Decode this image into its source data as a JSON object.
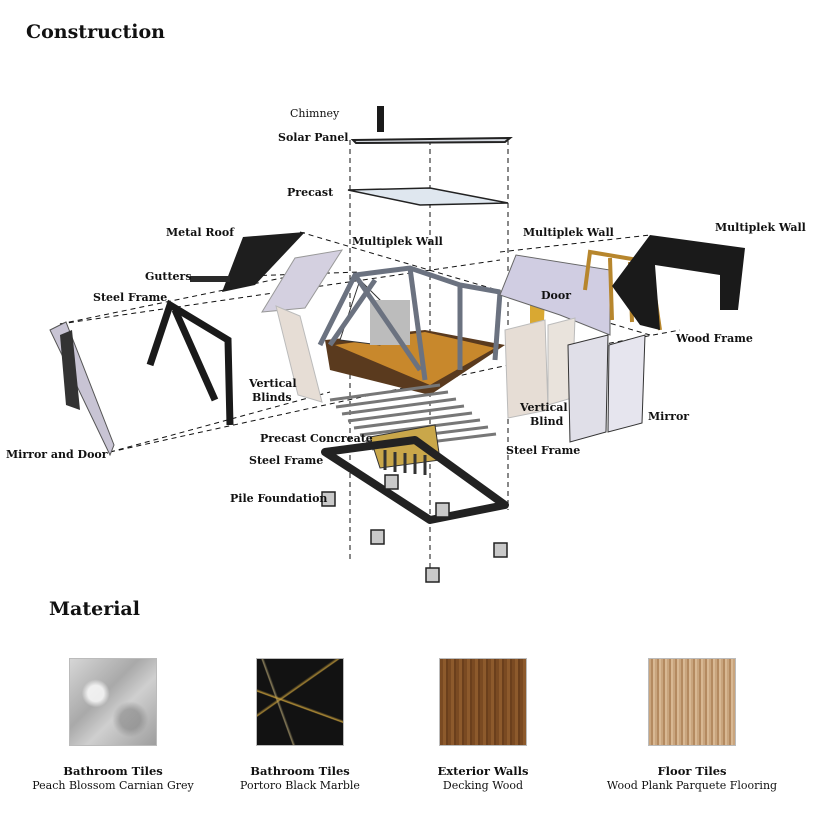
{
  "headings": {
    "construction": "Construction",
    "material": "Material"
  },
  "labels": {
    "chimney": "Chimney",
    "solar_panel": "Solar Panel",
    "precast": "Precast",
    "metal_roof": "Metal Roof",
    "multiplek_wall_center": "Multiplek Wall",
    "multiplek_wall_right": "Multiplek Wall",
    "multiplek_wall_far_right": "Multiplek Wall",
    "gutters": "Gutters",
    "steel_frame_top": "Steel Frame",
    "door": "Door",
    "wood_frame": "Wood Frame",
    "vertical_blinds": "Vertical\nBlinds",
    "vertical_blind": "Vertical\nBlind",
    "mirror": "Mirror",
    "mirror_and_door": "Mirror and Door",
    "precast_concreate": "Precast Concreate",
    "steel_frame_bottom": "Steel Frame",
    "steel_frame_right": "Steel Frame",
    "pile_foundation": "Pile Foundation"
  },
  "materials": [
    {
      "name": "Bathroom Tiles",
      "desc": "Peach Blossom Carnian Grey",
      "swatch": "grey-marble"
    },
    {
      "name": "Bathroom Tiles",
      "desc": "Portoro Black Marble",
      "swatch": "black-marble"
    },
    {
      "name": "Exterior Walls",
      "desc": "Decking Wood",
      "swatch": "dark-wood"
    },
    {
      "name": "Floor Tiles",
      "desc": "Wood Plank Parquete Flooring",
      "swatch": "light-wood"
    }
  ]
}
